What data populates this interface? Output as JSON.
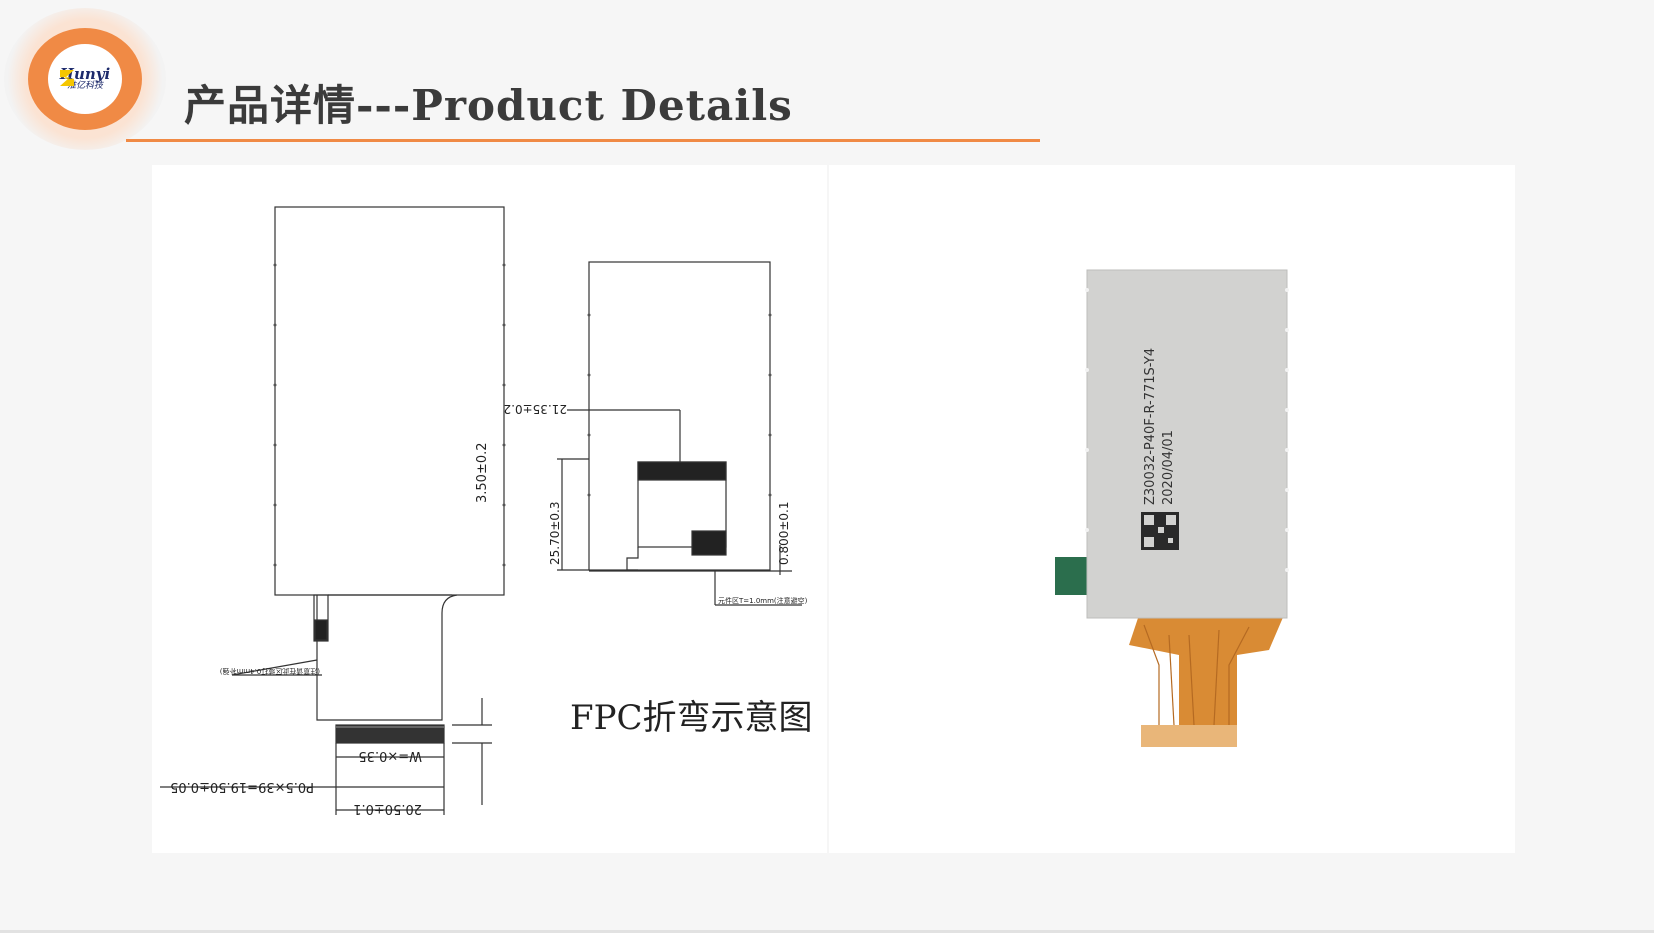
{
  "header": {
    "title": "产品详情---Product Details",
    "logo": {
      "brand": "Hunyi",
      "brand_cn": "淮亿科技"
    }
  },
  "drawing": {
    "caption": "FPC折弯示意图",
    "dimensions": {
      "pitch": "P0.5×39=19.50±0.05",
      "width": "W=×0.35",
      "fpc_width": "20.50±0.1",
      "tail_length": "3.50±0.2",
      "bend_offset": "21.35±0.2",
      "bend_height": "25.70±0.3",
      "thickness": "0.800±0.1",
      "note_component": "元件区T=1.0mm(注意避空)",
      "note_stiffener": "(注意请在此区域打0.4mm补强)"
    }
  },
  "product": {
    "label_code": "Z30032-P40F-R-771S-Y4",
    "label_date": "2020/04/01"
  },
  "colors": {
    "accent": "#f08a45",
    "title": "#3b3b3b",
    "lcd_body": "#d2d2d0",
    "fpc": "#d98b34",
    "connector": "#2b6e4d"
  }
}
